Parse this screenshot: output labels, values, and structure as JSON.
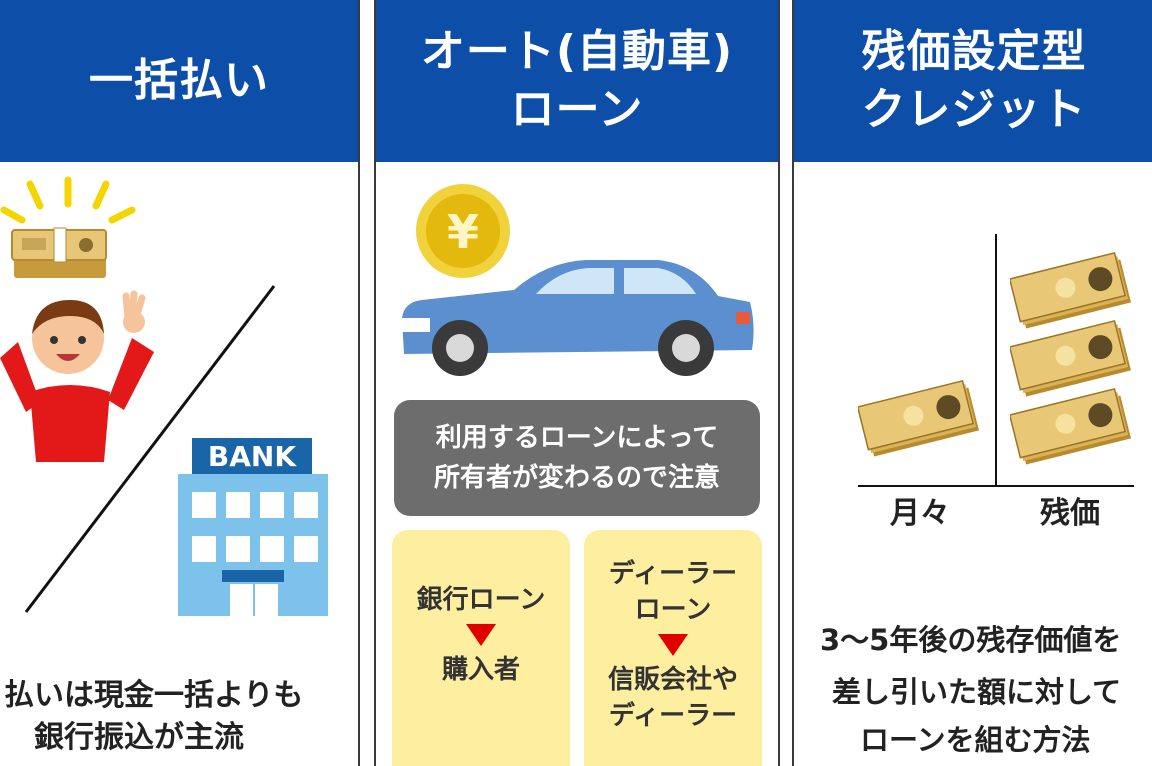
{
  "col1": {
    "header": [
      "一括払い"
    ],
    "bank_label": "BANK",
    "caption": [
      "払いは現金一括よりも",
      "銀行振込が主流"
    ]
  },
  "col2": {
    "header": [
      "オート(自動車)",
      "ローン"
    ],
    "yen_symbol": "¥",
    "note": [
      "利用するローンによって",
      "所有者が変わるので注意"
    ],
    "bank_loan": {
      "title": "銀行ローン",
      "owner": "購入者"
    },
    "dealer_loan": {
      "title": [
        "ディーラー",
        "ローン"
      ],
      "owner": [
        "信販会社や",
        "ディーラー"
      ]
    }
  },
  "col3": {
    "header": [
      "残価設定型",
      "クレジット"
    ],
    "label_monthly": "月々",
    "label_residual": "残価",
    "caption": [
      "3〜5年後の残存価値を",
      "差し引いた額に対して",
      "ローンを組む方法"
    ]
  },
  "colors": {
    "header_blue": "#0d4fa8",
    "note_gray": "#6d6d6d",
    "box_yellow": "#fdeea0",
    "arrow_red": "#e00000",
    "car_blue": "#5b8fcf",
    "bank_blue": "#7cc2ea"
  }
}
